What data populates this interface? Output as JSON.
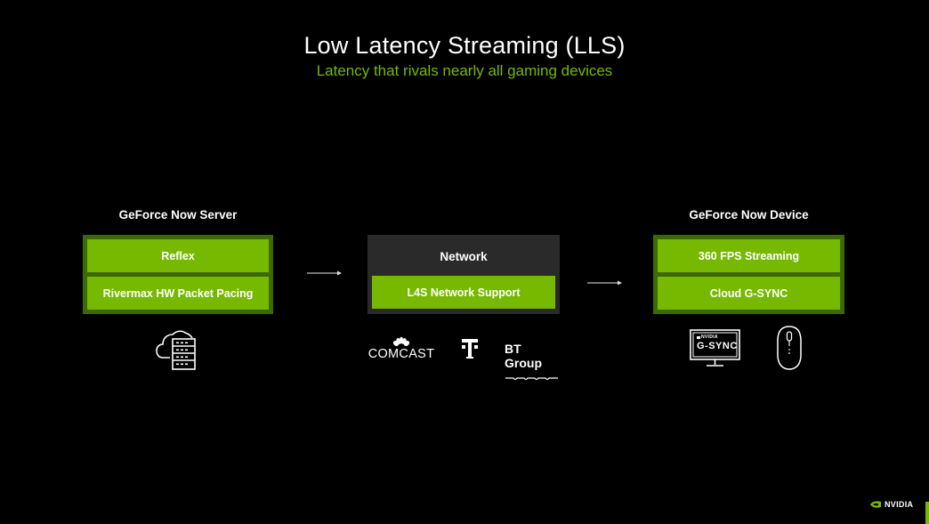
{
  "header": {
    "title": "Low Latency Streaming (LLS)",
    "subtitle": "Latency that rivals nearly all gaming devices"
  },
  "colors": {
    "accent_green": "#76b900",
    "group_border_green": "#3d6a00",
    "network_panel": "#2a2a2a",
    "background": "#000000"
  },
  "server": {
    "label": "GeForce Now Server",
    "items": [
      "Reflex",
      "Rivermax HW Packet Pacing"
    ],
    "icon": "cloud-server-icon"
  },
  "network": {
    "label": "Network",
    "items": [
      "L4S Network Support"
    ],
    "partners": {
      "comcast": "COMCAST",
      "tmobile": "T",
      "bt": "BT Group"
    }
  },
  "device": {
    "label": "GeForce Now Device",
    "items": [
      "360 FPS Streaming",
      "Cloud G-SYNC"
    ],
    "monitor_badge_top": "NVIDIA",
    "monitor_badge_main": "G-SYNC",
    "icons": [
      "gsync-monitor-icon",
      "mouse-icon"
    ]
  },
  "footer": {
    "brand": "NVIDIA"
  }
}
